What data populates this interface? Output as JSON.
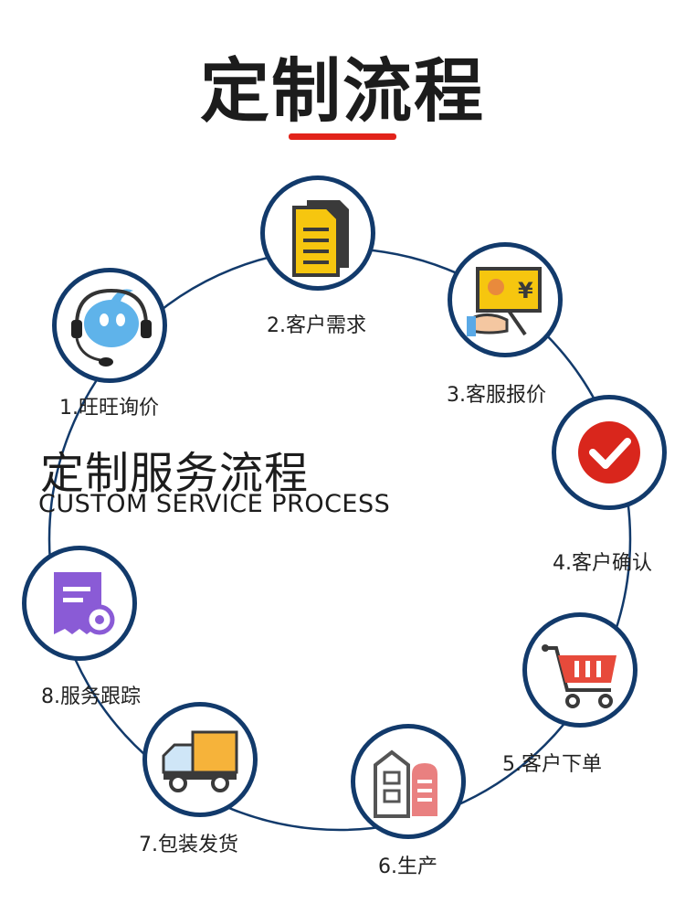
{
  "title": "定制流程",
  "subtitle": {
    "cn": "定制服务流程",
    "en": "CUSTOM SERVICE PROCESS"
  },
  "accent_color": "#e2231a",
  "ring_color": "#123a6b",
  "steps": [
    {
      "label": "1.旺旺询价",
      "icon": "wangwang-headset-icon"
    },
    {
      "label": "2.客户需求",
      "icon": "documents-icon"
    },
    {
      "label": "3.客服报价",
      "icon": "price-board-icon"
    },
    {
      "label": "4.客户确认",
      "icon": "checkmark-icon"
    },
    {
      "label": "5.客户下单",
      "icon": "shopping-cart-icon"
    },
    {
      "label": "6.生产",
      "icon": "factory-building-icon"
    },
    {
      "label": "7.包装发货",
      "icon": "delivery-truck-icon"
    },
    {
      "label": "8.服务跟踪",
      "icon": "tracking-receipt-icon"
    }
  ]
}
